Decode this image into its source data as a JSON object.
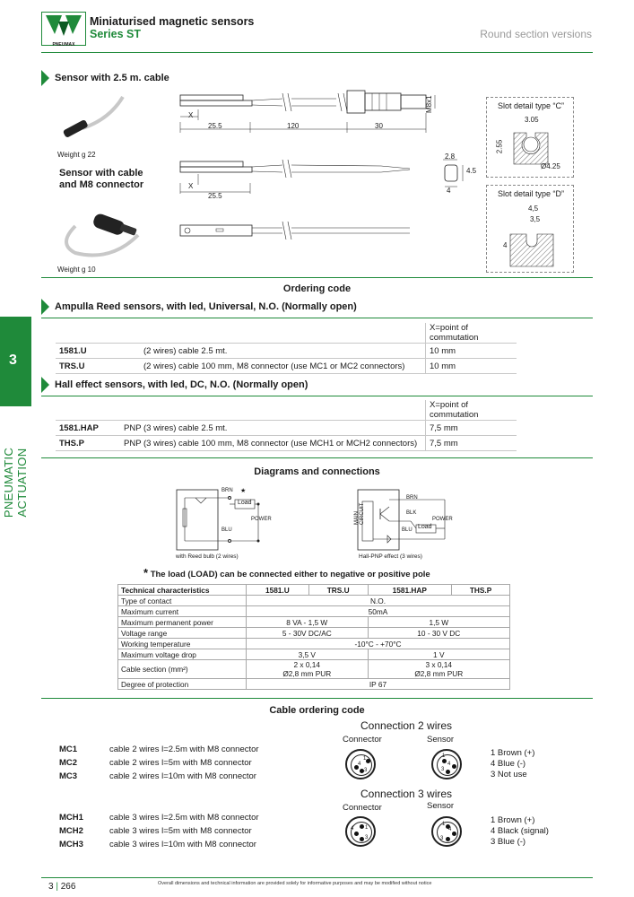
{
  "header": {
    "logo_text": "PNEUMAX",
    "title": "Miniaturised magnetic sensors",
    "subtitle": "Series ST",
    "section": "Round section versions"
  },
  "side_tab": {
    "number": "3",
    "label": "PNEUMATIC ACTUATION"
  },
  "sensor_25": {
    "heading": "Sensor with 2.5 m. cable",
    "weight": "Weight g 22",
    "dims": {
      "x": "X",
      "d1": "25.5",
      "d2": "120",
      "d3": "30",
      "m8": "M8x1"
    }
  },
  "sensor_m8": {
    "heading_line1": "Sensor with cable",
    "heading_line2": "and M8 connector",
    "weight": "Weight g 10",
    "dims": {
      "x": "X",
      "d1": "25.5",
      "w": "2.8",
      "h": "4.5",
      "s": "4"
    }
  },
  "slot_c": {
    "title": "Slot detail type “C”",
    "w": "3.05",
    "h": "2.55",
    "d": "Ø4.25"
  },
  "slot_d": {
    "title": "Slot detail type “D”",
    "w1": "4,5",
    "w2": "3,5",
    "h": "4"
  },
  "ordering_title": "Ordering code",
  "reed": {
    "heading": "Ampulla Reed sensors, with led, Universal, N.O. (Normally open)",
    "x_header": "X=point of commutation",
    "rows": [
      {
        "code": "1581.U",
        "desc": "(2 wires) cable 2.5 mt.",
        "x": "10 mm"
      },
      {
        "code": "TRS.U",
        "desc": "(2 wires) cable 100 mm, M8 connector (use MC1 or MC2 connectors)",
        "x": "10 mm"
      }
    ]
  },
  "hall": {
    "heading": "Hall effect sensors, with led, DC, N.O. (Normally open)",
    "x_header": "X=point of commutation",
    "rows": [
      {
        "code": "1581.HAP",
        "desc": "PNP  (3 wires) cable 2.5 mt.",
        "x": "7,5 mm"
      },
      {
        "code": "THS.P",
        "desc": "PNP  (3 wires) cable 100 mm, M8 connector (use MCH1 or MCH2 connectors)",
        "x": "7,5 mm"
      }
    ]
  },
  "diagrams": {
    "title": "Diagrams and connections",
    "reed_caption": "with Reed bulb (2 wires)",
    "hall_caption": "Hall-PNP effect (3 wires)",
    "brn": "BRN",
    "blu": "BLU",
    "blk": "BLK",
    "load": "Load",
    "power": "POWER",
    "main_circuit": "MAIN CIRCUIT",
    "star": "★",
    "note": "The load (LOAD) can be connected either to negative or positive pole",
    "note_star": "*"
  },
  "tech": {
    "headers": [
      "Technical characteristics",
      "1581.U",
      "TRS.U",
      "1581.HAP",
      "THS.P"
    ],
    "rows": [
      {
        "label": "Type of contact",
        "all": "N.O."
      },
      {
        "label": "Maximum current",
        "all": "50mA"
      },
      {
        "label": "Maximum permanent power",
        "reed": "8 VA - 1,5 W",
        "hall": "1,5 W"
      },
      {
        "label": "Voltage range",
        "reed": "5 - 30V DC/AC",
        "hall": "10 - 30 V DC"
      },
      {
        "label": "Working temperature",
        "all": "-10°C - +70°C"
      },
      {
        "label": "Maximum voltage drop",
        "reed": "3,5 V",
        "hall": "1 V"
      },
      {
        "label": "Cable section (mm²)",
        "reed": "2 x 0,14",
        "reed2": "Ø2,8 mm PUR",
        "hall": "3 x 0,14",
        "hall2": "Ø2,8 mm PUR"
      },
      {
        "label": "Degree of protection",
        "all": "IP 67"
      }
    ]
  },
  "cable": {
    "title": "Cable ordering code",
    "conn2_title": "Connection 2 wires",
    "conn3_title": "Connection 3 wires",
    "connector": "Connector",
    "sensor": "Sensor",
    "two_wire": [
      {
        "code": "MC1",
        "desc": "cable 2 wires l=2.5m with M8 connector"
      },
      {
        "code": "MC2",
        "desc": "cable 2 wires l=5m with M8 connector"
      },
      {
        "code": "MC3",
        "desc": "cable 2 wires l=10m with M8 connector"
      }
    ],
    "three_wire": [
      {
        "code": "MCH1",
        "desc": "cable 3 wires l=2.5m with M8 connector"
      },
      {
        "code": "MCH2",
        "desc": "cable 3 wires l=5m with M8 connector"
      },
      {
        "code": "MCH3",
        "desc": "cable 3 wires l=10m with M8 connector"
      }
    ],
    "legend2": [
      "1 Brown (+)",
      "4 Blue (-)",
      "3 Not use"
    ],
    "legend3": [
      "1 Brown (+)",
      "4 Black (signal)",
      "3 Blue (-)"
    ],
    "pins": {
      "p1": "1",
      "p3": "3",
      "p4": "4"
    }
  },
  "footer": {
    "chapter": "3",
    "page": "266",
    "disclaimer": "Overall dimensions and technical information are provided solely for informative purposes and may be modified without notice"
  }
}
